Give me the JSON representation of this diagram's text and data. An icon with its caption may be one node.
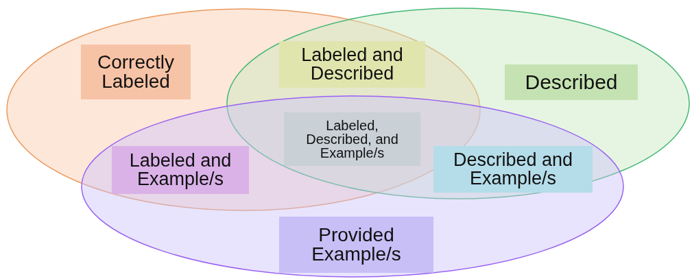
{
  "diagram": {
    "nodes": [
      {
        "text": [
          "Correctly Labeled"
        ]
      },
      {
        "text": [
          "Labeled and Described"
        ]
      },
      {
        "text": [
          "Described"
        ]
      },
      {
        "text": [
          "Labeled, Described, and Example/s"
        ]
      },
      {
        "text": [
          "Labeled and Example/s"
        ]
      },
      {
        "text": [
          "Described and Example/s"
        ]
      },
      {
        "text": [
          "Provided Example/s"
        ]
      }
    ]
  }
}
